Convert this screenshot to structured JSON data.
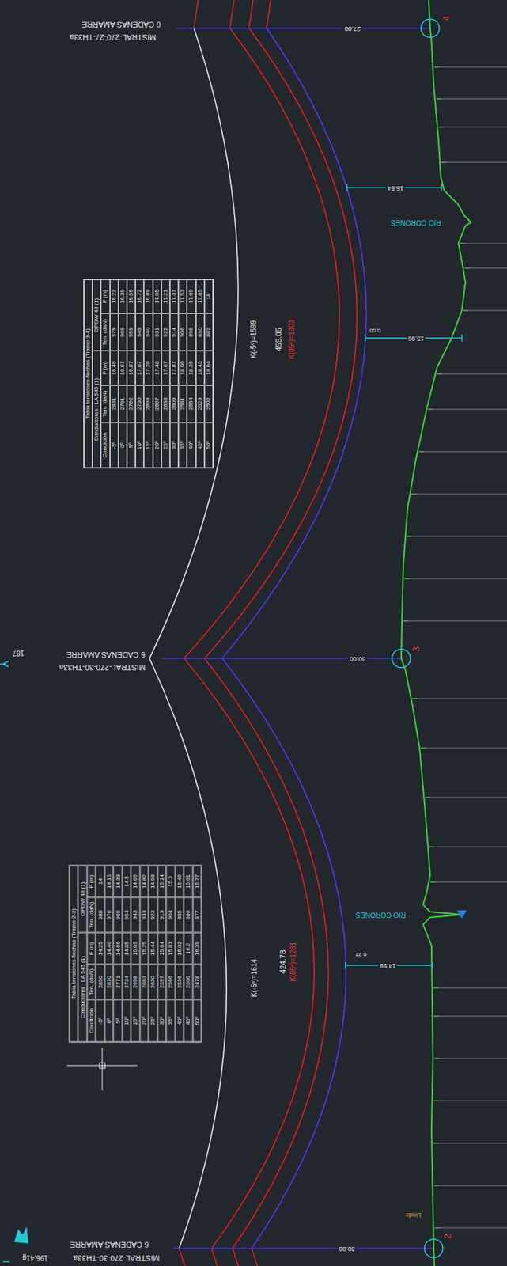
{
  "diagram": {
    "labels": [
      "MISTRAL-270-27-TH33a",
      "6 CADENAS AMARRE",
      "27.00",
      "4",
      "15.54",
      "RIO CORONES",
      "0.00",
      "15.96",
      "455.05",
      "K(85º)=1303",
      "K(-5º)=1599",
      "187",
      "MISTRAL-270-30-TH33a",
      "6 CADENAS AMARRE",
      "30.00",
      "3",
      "RIO CORONES",
      "0.22",
      "14.59",
      "424.78",
      "K(85º)=1281",
      "K(-5º)=1614",
      "Linde",
      "196.41g",
      "MISTRAL-270-30-TH33a",
      "6 CADENAS AMARRE",
      "30.00",
      "2",
      "Tabla tensiones-flechas (Tramo 3-4)",
      "Conductores : LA 545 (1)",
      "OPGW 48 (1)",
      "Condición",
      "Ten. (daN)",
      "F (m)",
      "Ten. (daN)",
      "F (m)",
      "-5º",
      "2831",
      "16.46",
      "979",
      "16.22",
      "0º",
      "2791",
      "16.67",
      "969",
      "16.39",
      "5º",
      "2762",
      "16.87",
      "959",
      "16.56",
      "10º",
      "2730",
      "17.07",
      "949",
      "16.72",
      "15º",
      "2698",
      "17.28",
      "940",
      "16.89",
      "20º",
      "2667",
      "17.48",
      "931",
      "17.05",
      "25º",
      "2638",
      "17.67",
      "922",
      "17.21",
      "30º",
      "2609",
      "17.87",
      "914",
      "17.37",
      "35º",
      "2581",
      "18.06",
      "906",
      "17.53",
      "40º",
      "2554",
      "18.25",
      "898",
      "17.69",
      "45º",
      "2523",
      "18.45",
      "890",
      "17.85",
      "50º",
      "2502",
      "18.64",
      "882",
      "18",
      "Tabla tensiones-flechas (Tramo 2-3)",
      "Conductores : LA 545 (1)",
      "OPGW 48 (1)",
      "Condición",
      "Ten. (daN)",
      "F (m)",
      "Ten. (daN)",
      "F (m)",
      "-5º",
      "2850",
      "14.25",
      "988",
      "14",
      "0º",
      "2810",
      "14.46",
      "976",
      "14.15",
      "5º",
      "2771",
      "14.66",
      "965",
      "14.33",
      "10º",
      "2734",
      "14.85",
      "954",
      "14.5",
      "15º",
      "2698",
      "15.05",
      "943",
      "14.66",
      "20º",
      "2663",
      "15.25",
      "933",
      "14.82",
      "25º",
      "2630",
      "15.44",
      "923",
      "14.98",
      "30º",
      "2597",
      "15.64",
      "913",
      "15.14",
      "35º",
      "2566",
      "15.83",
      "904",
      "15.3",
      "40º",
      "2536",
      "16.02",
      "895",
      "15.46",
      "45º",
      "2506",
      "16.2",
      "886",
      "15.61",
      "50º",
      "2478",
      "16.39",
      "877",
      "15.77"
    ]
  }
}
